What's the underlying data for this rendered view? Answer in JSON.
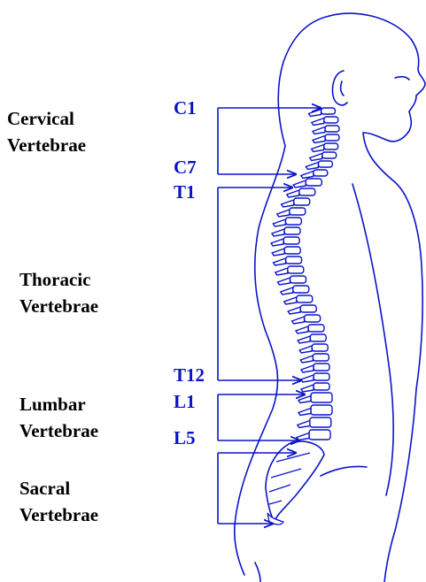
{
  "colors": {
    "line": "#0a14c8",
    "region_text": "#000000",
    "background": "#ffffff"
  },
  "regions": {
    "cervical": {
      "line1": "Cervical",
      "line2": "Vertebrae"
    },
    "thoracic": {
      "line1": "Thoracic",
      "line2": "Vertebrae"
    },
    "lumbar": {
      "line1": "Lumbar",
      "line2": "Vertebrae"
    },
    "sacral": {
      "line1": "Sacral",
      "line2": "Vertebrae"
    }
  },
  "vertebra_labels": {
    "c1": "C1",
    "c7": "C7",
    "t1": "T1",
    "t12": "T12",
    "l1": "L1",
    "l5": "L5"
  }
}
